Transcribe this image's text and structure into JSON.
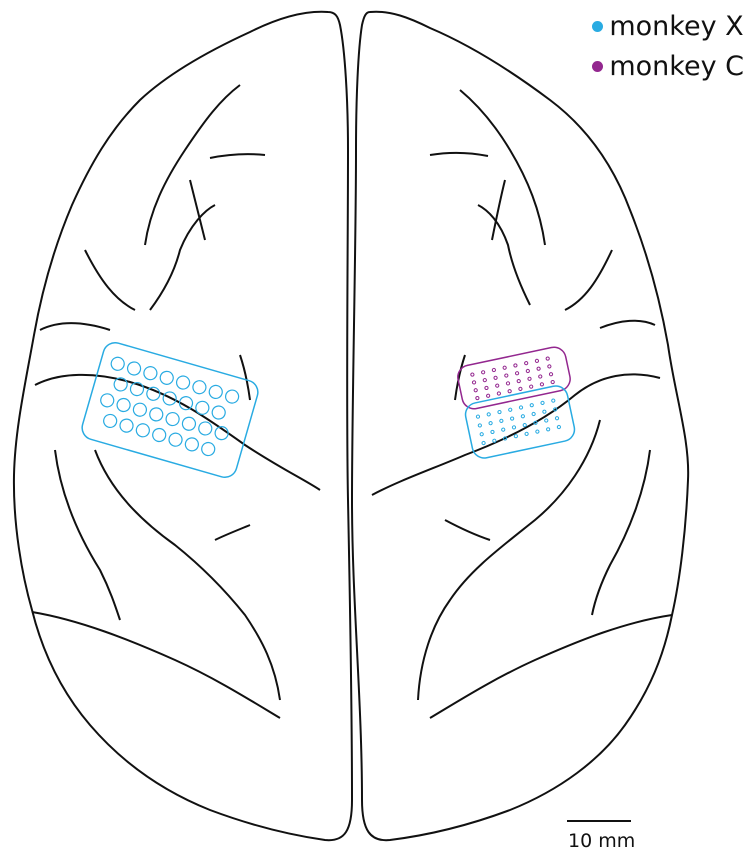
{
  "legend": [
    {
      "label": "monkey X",
      "color": "#29abe2"
    },
    {
      "label": "monkey C",
      "color": "#93278f"
    }
  ],
  "scale_bar": {
    "label": "10 mm"
  },
  "colors": {
    "outline": "#111111",
    "monkey_x": "#29abe2",
    "monkey_c": "#93278f"
  },
  "arrays": [
    {
      "subject": "monkey X",
      "hemisphere": "left",
      "electrode_rows": 4,
      "electrodes_per_row": [
        8,
        7,
        8,
        7
      ]
    },
    {
      "subject": "monkey C",
      "hemisphere": "right",
      "electrode_rows": 4,
      "electrodes_per_row": [
        8,
        8,
        8,
        8
      ]
    },
    {
      "subject": "monkey X",
      "hemisphere": "right",
      "electrode_rows": 4,
      "electrodes_per_row": [
        8,
        8,
        8,
        8
      ]
    }
  ]
}
